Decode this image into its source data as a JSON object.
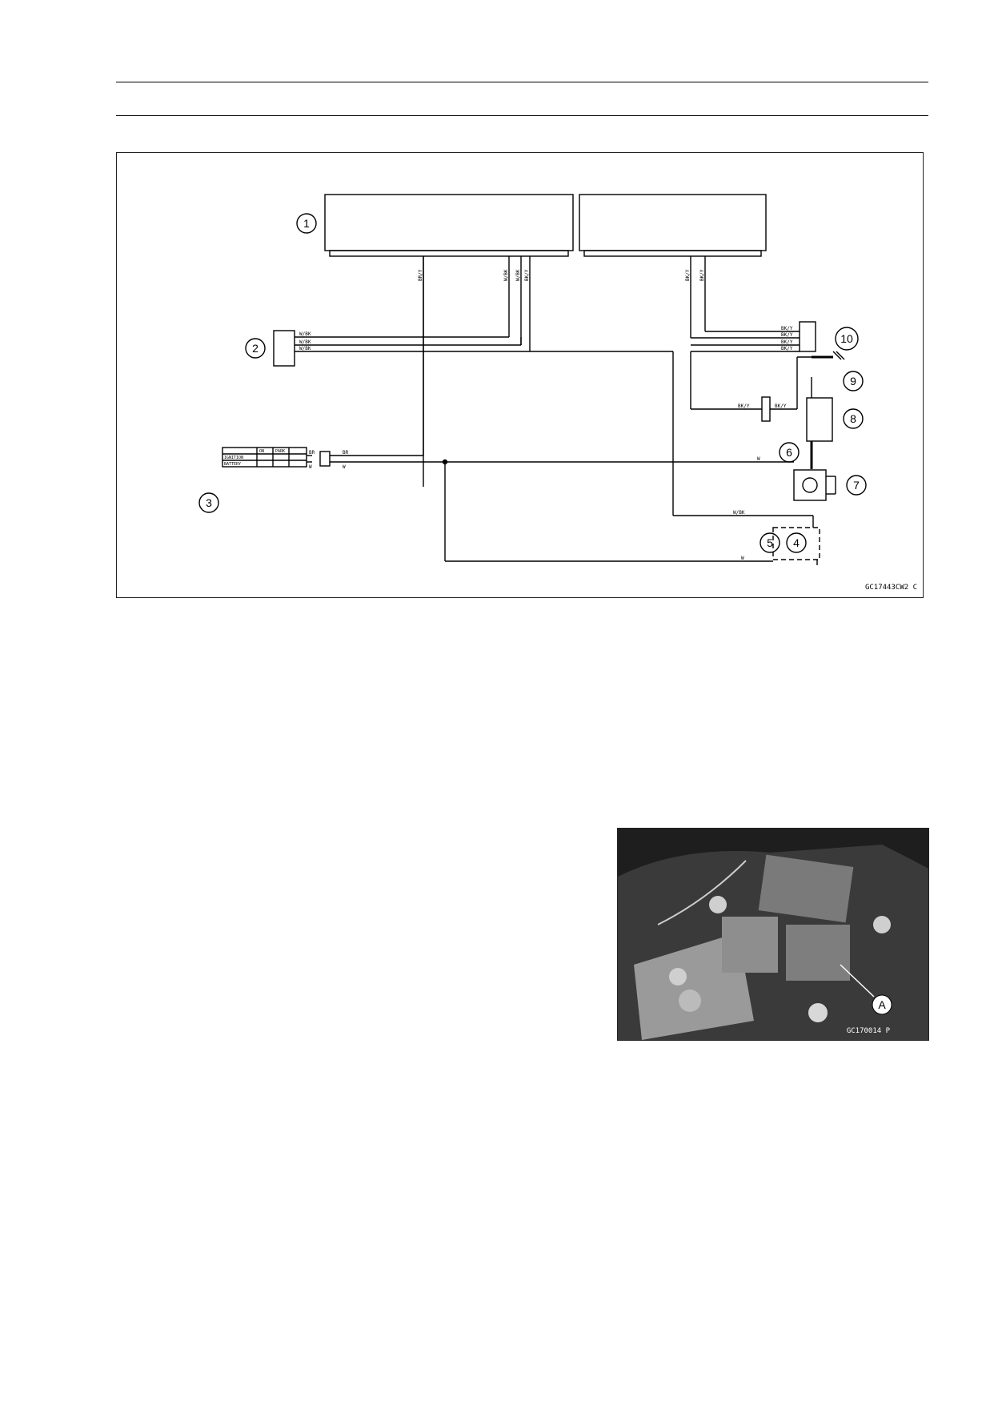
{
  "diagram": {
    "figure_code": "GC17443CW2  C",
    "callouts": [
      "1",
      "2",
      "3",
      "4",
      "5",
      "6",
      "7",
      "8",
      "9",
      "10"
    ],
    "wire_labels": {
      "main_br_y": "BR/Y",
      "main_w_bk": "W/BK",
      "main_w_bk2": "W/BK",
      "main_bk_y": "BK/Y",
      "right_bk_y1": "BK/Y",
      "right_bk_y2": "BK/Y",
      "sw2_a": "W/BK",
      "sw2_b": "W/BK",
      "sw2_c": "W/BK",
      "c10_a": "BK/Y",
      "c10_b": "BK/Y",
      "c10_c": "BK/Y",
      "c10_d": "BK/Y",
      "mid_bk_y": "BK/Y",
      "mid_bk_y2": "BK/Y",
      "ign_br": "BR",
      "ign_w": "W",
      "ign_br2": "BR",
      "ign_w2": "W",
      "w_right": "W",
      "w_bk_low": "W/BK",
      "w_bottom": "W"
    },
    "switch_table": {
      "headers": [
        "ON",
        "PARK"
      ],
      "rows": [
        "IGNITION",
        "BATTERY"
      ]
    }
  },
  "photo": {
    "callout": "A",
    "code": "GC170014  P"
  }
}
